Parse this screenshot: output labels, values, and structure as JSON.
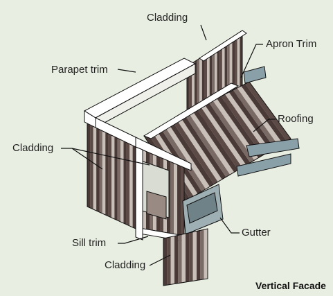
{
  "title": "Vertical Facade",
  "labels": {
    "cladding_top": "Cladding",
    "apron_trim": "Apron Trim",
    "parapet_trim": "Parapet trim",
    "roofing": "Roofing",
    "cladding_left": "Cladding",
    "gutter": "Gutter",
    "sill_trim": "Sill trim",
    "cladding_bottom": "Cladding"
  },
  "colors": {
    "background": "#e8eee1",
    "panel_dark": "#4a3a37",
    "panel_mid": "#7a6a66",
    "panel_light": "#c9bfb9",
    "steel": "#8aa0a8",
    "trim": "#ffffff",
    "outline": "#111111"
  }
}
